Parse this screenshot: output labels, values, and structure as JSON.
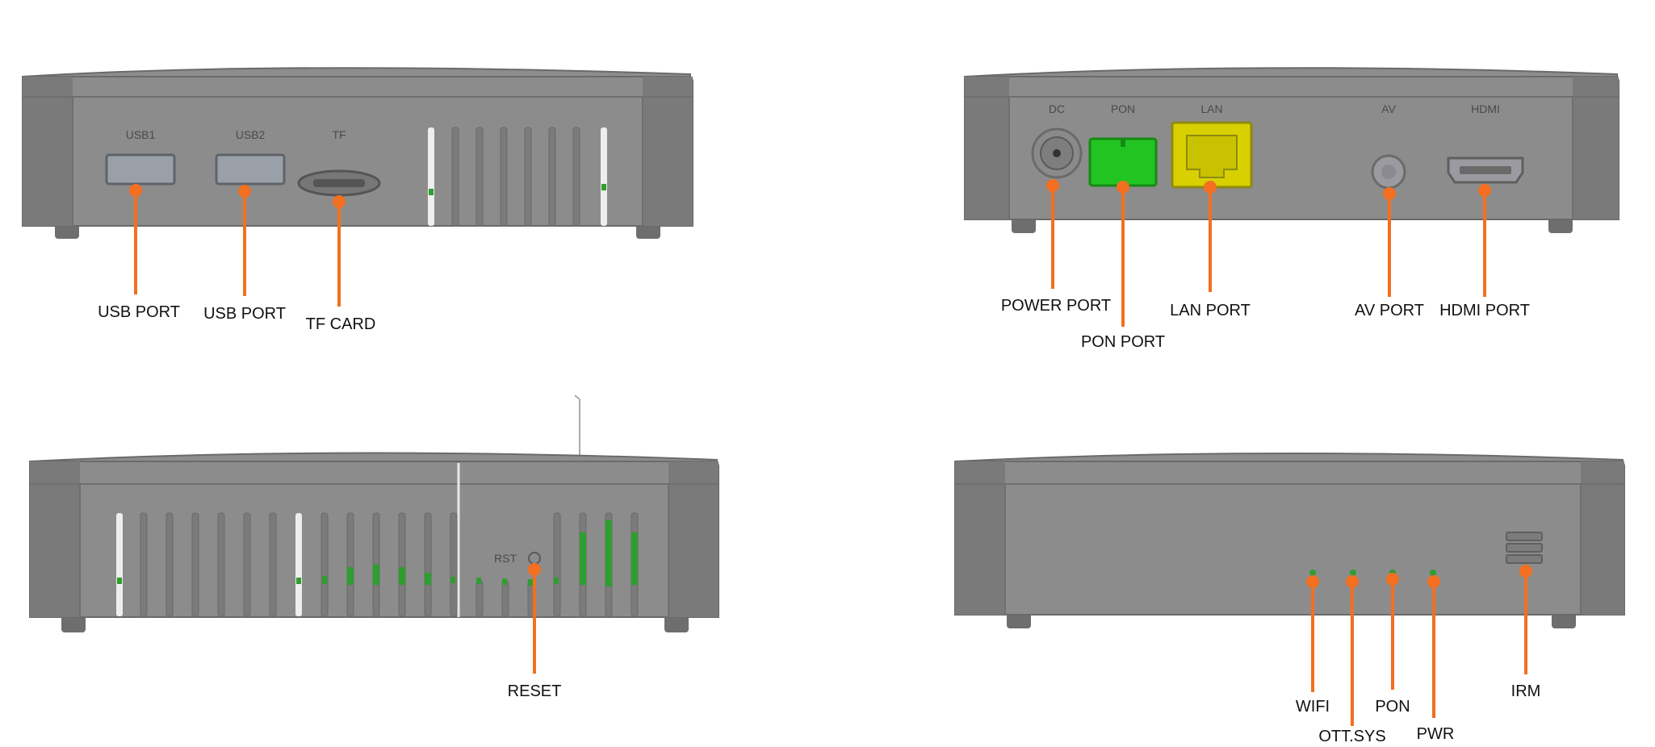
{
  "accent_color": "#f36f21",
  "device_color": "#8c8c8c",
  "views": {
    "side_left": {
      "port_labels": [
        "USB1",
        "USB2",
        "TF"
      ],
      "callouts": [
        "USB PORT",
        "USB PORT",
        "TF CARD"
      ]
    },
    "rear": {
      "port_labels": [
        "DC",
        "PON",
        "LAN",
        "AV",
        "HDMI"
      ],
      "callouts": [
        "POWER PORT",
        "PON PORT",
        "LAN PORT",
        "AV PORT",
        "HDMI PORT"
      ]
    },
    "side_right": {
      "port_labels": [
        "RST"
      ],
      "callouts": [
        "RESET"
      ]
    },
    "front": {
      "callouts": [
        "WIFI",
        "OTT.SYS",
        "PON",
        "PWR",
        "IRM"
      ]
    }
  }
}
